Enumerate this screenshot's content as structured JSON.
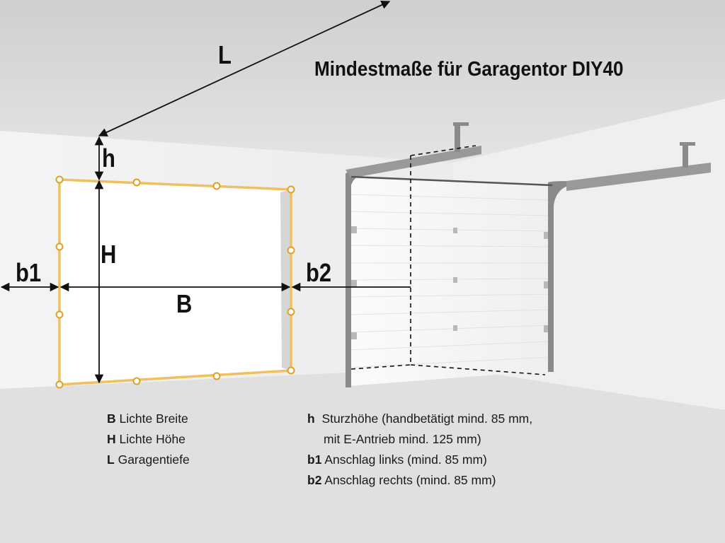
{
  "title": "Mindestmaße für Garagentor DIY40",
  "dimension_labels": {
    "L": "L",
    "h": "h",
    "H": "H",
    "B": "B",
    "b1": "b1",
    "b2": "b2"
  },
  "legend_left": [
    {
      "key": "B",
      "text": "Lichte Breite"
    },
    {
      "key": "H",
      "text": "Lichte Höhe"
    },
    {
      "key": "L",
      "text": "Garagentiefe"
    }
  ],
  "legend_right": [
    {
      "key": "h",
      "text": "Sturzhöhe (handbetätigt mind. 85 mm,",
      "cont": "mit E-Antrieb mind. 125 mm)"
    },
    {
      "key": "b1",
      "text": "Anschlag links (mind. 85 mm)"
    },
    {
      "key": "b2",
      "text": "Anschlag rechts (mind. 85 mm)"
    }
  ],
  "colors": {
    "opening_frame": "#f0c060",
    "dimension_lines": "#111111",
    "door_frame": "#8a8a8a",
    "wall": "#ececec",
    "ceiling": "#dcdcdc",
    "floor": "#e2e2e2"
  }
}
